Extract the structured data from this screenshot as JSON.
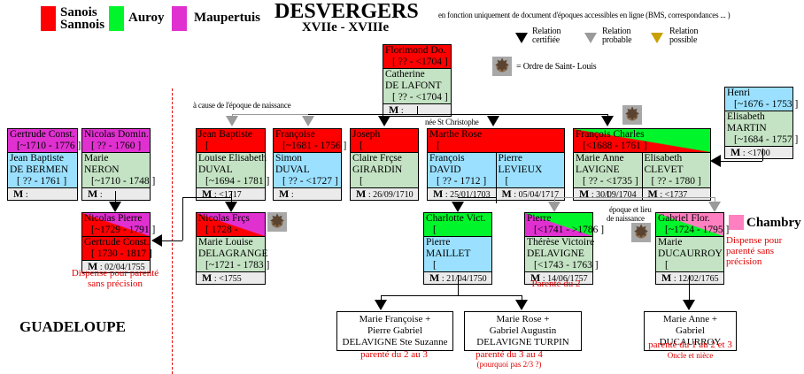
{
  "title": "DESVERGERS",
  "subtitle": "XVIIe - XVIIIe",
  "source_note": "en fonction uniquement de document d'époques accessibles en ligne (BMS, correspondances ... )",
  "legend": {
    "families": [
      {
        "label": "Sanois\nSannois",
        "color": "#ff0000"
      },
      {
        "label": "Auroy",
        "color": "#00f52a"
      },
      {
        "label": "Maupertuis",
        "color": "#e030d0"
      },
      {
        "label": "Chambry",
        "color": "#ff80c0"
      }
    ],
    "relations": [
      {
        "label": "Relation certifiée",
        "color": "#000000"
      },
      {
        "label": "Relation probable",
        "color": "#9a9a9a"
      },
      {
        "label": "Relation possible",
        "color": "#c8a000"
      }
    ],
    "order_icon_label": "= Ordre de Saint- Louis"
  },
  "region_label": "GUADELOUPE",
  "annotations": {
    "birth_epoch": "à cause de l'époque de naissance",
    "born_st_christophe": "née St Christophe",
    "epoch_place_1": "époque et lieu",
    "epoch_place_2": "de naissance"
  },
  "people": {
    "florimond": {
      "name1": "Florimond Do.",
      "dates1": "[ ?? - <1704 ]",
      "name2a": "Catherine",
      "name2b": "DE LAFONT",
      "dates2": "[ ?? - <1704 ]",
      "m": ":"
    },
    "gertrude_const": {
      "name1": "Gertrude Const.",
      "dates1": "[~1710 - 1776 ]",
      "name2a": "Jean Baptiste",
      "name2b": "DE BERMEN",
      "dates2": "[ ?? - 1761 ]",
      "m": ":"
    },
    "nicolas_domin": {
      "name1": "Nicolas Domin.",
      "dates1": "[ ?? - 1760 ]",
      "name2a": "Marie",
      "name2b": "NERON",
      "dates2": "[~1710 - 1748 ]",
      "m": ":"
    },
    "jean_baptiste": {
      "name1": "Jean Baptiste",
      "dates1": "[",
      "name2a": "Louise Elisabeth",
      "name2b": "DUVAL",
      "dates2": "[~1694 - 1781 ]",
      "m": ":  <1717"
    },
    "francoise": {
      "name1": "Françoise",
      "dates1": "[~1681 - 1756 ]",
      "name2a": "Simon",
      "name2b": "DUVAL",
      "dates2": "[ ?? - <1727 ]",
      "m": ":"
    },
    "joseph": {
      "name1": "Joseph",
      "dates1": "[",
      "name2a": "Claire Frçse",
      "name2b": "GIRARDIN",
      "dates2": "[",
      "m": ": 26/09/1710"
    },
    "marthe_rose": {
      "name1": "Marthe Rose",
      "dates1": "[",
      "sp1a": "François",
      "sp1b": "DAVID",
      "sp1d": "[ ?? - 1712 ]",
      "m1": ": 25/01/1703",
      "sp2a": "Pierre",
      "sp2b": "LEVIEUX",
      "sp2d": "[",
      "m2": ": 05/04/1717"
    },
    "francois_charles": {
      "name1": "François Charles",
      "dates1": "[<1688 - 1761 ]",
      "sp1a": "Marie Anne",
      "sp1b": "LAVIGNE",
      "sp1d": "[ ?? - <1735 ]",
      "m1": ": 30/09/1704",
      "sp2a": "Elisabeth",
      "sp2b": "CLEVET",
      "sp2d": "[ ?? - 1780 ]",
      "m2": ":  <1737"
    },
    "henri": {
      "name1": "Henri",
      "dates1": "[~1676 - 1753 ]",
      "name2a": "Elisabeth",
      "name2b": "MARTIN",
      "dates2": "[~1684 - 1757 ]",
      "m": ": <1700"
    },
    "nicolas_pierre": {
      "name1": "Nicolas Pierre",
      "dates1": "[~1729 - 1791 ]",
      "name2a": "Gertrude Const.",
      "dates2": "[ 1730 - 1817 ]",
      "m": ": 02/04/1755"
    },
    "nicolas_frcs": {
      "name1": "Nicolas Frçs",
      "dates1": "[ 1728 -",
      "name2a": "Marie Louise",
      "name2b": "DELAGRANGE",
      "dates2": "[~1721 - 1783 ]",
      "m": ":  <1755"
    },
    "charlotte_vict": {
      "name1": "Charlotte Vict.",
      "dates1": "[",
      "name2a": "Pierre",
      "name2b": "MAILLET",
      "dates2": "[",
      "m": ": 21/04/1750"
    },
    "pierre": {
      "name1": "Pierre",
      "dates1": "[<1741 - >1786 ]",
      "name2a": "Thérèse Victoire",
      "name2b": "DELAVIGNE",
      "dates2": "[<1743 - 1763 ]",
      "m": ": 14/06/1757"
    },
    "gabriel_flor": {
      "name1": "Gabriel Flor.",
      "dates1": "[~1724 - 1795 ]",
      "name2a": "Marie",
      "name2b": "DUCAURROY",
      "dates2": "[",
      "m": ": 12/02/1765"
    }
  },
  "m_label": "M",
  "children": [
    {
      "lines": [
        "Marie Françoise +",
        "Pierre Gabriel",
        "DELAVIGNE Ste Suzanne"
      ],
      "note": [
        "parenté du 2 au 3"
      ]
    },
    {
      "lines": [
        "Marie Rose +",
        "Gabriel Augustin",
        "DELAVIGNE TURPIN"
      ],
      "note": [
        "parenté du 3 au 4",
        "(pourquoi pas 2/3 ?)"
      ]
    },
    {
      "lines": [
        "Marie Anne +",
        "Gabriel DUCAURROY"
      ],
      "note": [
        "parenté du 1 au 2 et 3",
        "Oncle et nièce"
      ]
    }
  ],
  "notes": {
    "dispense_left": "Dispense pour parenté\nsans précision",
    "parente_2": "Parenté du 2",
    "dispense_right": "Dispense pour\nparenté sans\nprécision"
  }
}
